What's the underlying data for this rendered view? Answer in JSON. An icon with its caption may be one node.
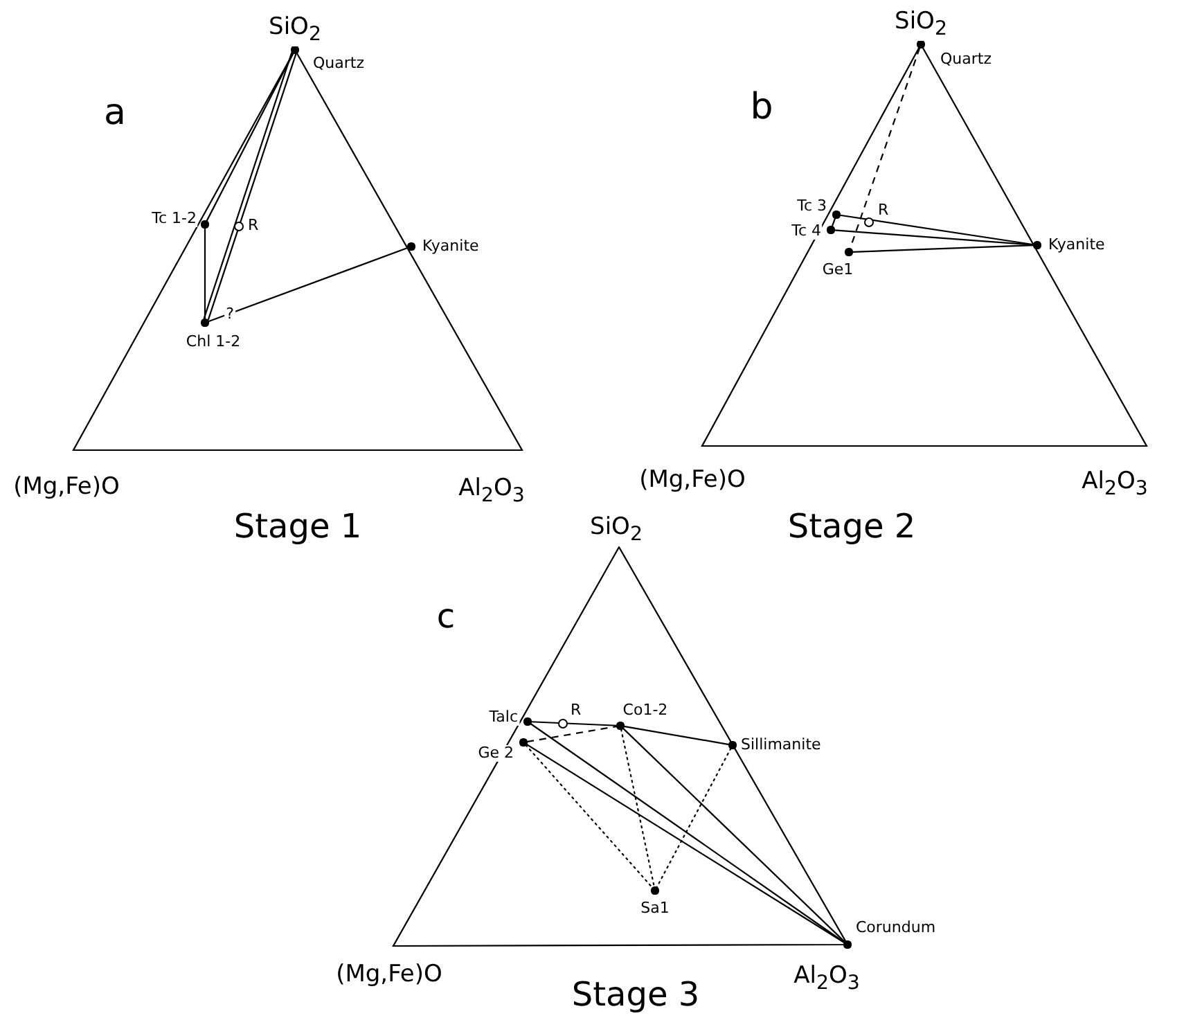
{
  "diagram": {
    "nodes": [
      {
        "text": [],
        "shape": "dot",
        "beside": [
          "Quartz"
        ]
      },
      {
        "text": [],
        "shape": "dot",
        "beside": [
          "Tc 1-2"
        ]
      },
      {
        "text": [],
        "shape": "circle",
        "beside": [
          "R"
        ]
      },
      {
        "text": [],
        "shape": "dot",
        "beside": [
          "Kyanite"
        ]
      },
      {
        "text": [],
        "shape": "dot",
        "beside": [
          "Chl 1-2"
        ]
      },
      {
        "text": [],
        "shape": "dot",
        "beside": [
          "Quartz"
        ]
      },
      {
        "text": [],
        "shape": "dot",
        "beside": [
          "Tc 3"
        ]
      },
      {
        "text": [],
        "shape": "dot",
        "beside": [
          "Tc 4"
        ]
      },
      {
        "text": [],
        "shape": "circle",
        "beside": [
          "R"
        ]
      },
      {
        "text": [],
        "shape": "dot",
        "beside": [
          "Kyanite"
        ]
      },
      {
        "text": [],
        "shape": "dot",
        "beside": [
          "Ge1"
        ]
      },
      {
        "text": [],
        "shape": "dot",
        "beside": [
          "Talc"
        ]
      },
      {
        "text": [],
        "shape": "circle",
        "beside": [
          "R"
        ]
      },
      {
        "text": [],
        "shape": "dot",
        "beside": [
          "Co1-2"
        ]
      },
      {
        "text": [],
        "shape": "dot",
        "beside": [
          "Sillimanite"
        ]
      },
      {
        "text": [],
        "shape": "dot",
        "beside": [
          "Ge 2"
        ]
      },
      {
        "text": [],
        "shape": "dot",
        "beside": [
          "Sa1"
        ]
      },
      {
        "text": [],
        "shape": "dot",
        "beside": [
          "Corundum"
        ]
      }
    ],
    "edges": [
      {
        "from": 0,
        "to": 1,
        "arrow": "none"
      },
      {
        "from": 0,
        "to": 4,
        "arrow": "none"
      },
      {
        "from": 0,
        "to": 4,
        "arrow": "none"
      },
      {
        "from": 1,
        "to": 4,
        "arrow": "none"
      },
      {
        "from": 4,
        "to": 3,
        "arrow": "none"
      },
      {
        "from": 5,
        "to": 10,
        "arrow": "none",
        "style": "dashed"
      },
      {
        "from": 6,
        "to": 9,
        "arrow": "none"
      },
      {
        "from": 7,
        "to": 9,
        "arrow": "none"
      },
      {
        "from": 6,
        "to": 7,
        "arrow": "none"
      },
      {
        "from": 10,
        "to": 9,
        "arrow": "none"
      },
      {
        "from": 11,
        "to": 13,
        "arrow": "none"
      },
      {
        "from": 13,
        "to": 14,
        "arrow": "none"
      },
      {
        "from": 15,
        "to": 13,
        "arrow": "none",
        "style": "dashed"
      },
      {
        "from": 11,
        "to": 17,
        "arrow": "none"
      },
      {
        "from": 15,
        "to": 17,
        "arrow": "none"
      },
      {
        "from": 13,
        "to": 17,
        "arrow": "none"
      },
      {
        "from": 15,
        "to": 16,
        "arrow": "none",
        "style": "dashed"
      },
      {
        "from": 13,
        "to": 16,
        "arrow": "none",
        "style": "dashed"
      },
      {
        "from": 14,
        "to": 16,
        "arrow": "none",
        "style": "dashed"
      }
    ],
    "labels": [
      "SiO$_{2}$",
      "SiO$_{2}$",
      "a",
      "b",
      "?",
      "(Mg,Fe)O",
      "Al$_{2}$O$_{3}$",
      "(Mg,Fe)O",
      "Al$_{2}$O$_{3}$",
      "Stage 1",
      "SiO$_{2}$",
      "Stage 2",
      "c",
      "(Mg,Fe)O",
      "Al$_{2}$O$_{3}$",
      "Stage 3"
    ]
  }
}
